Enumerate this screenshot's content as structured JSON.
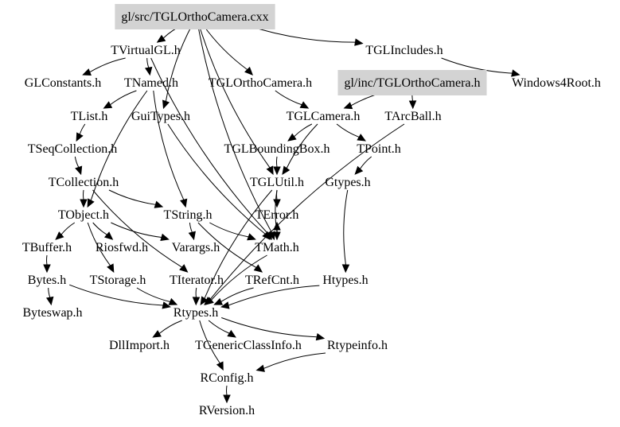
{
  "title": "Include dependency graph for gl/src/TGLOrthoCamera.cxx",
  "highlight_color": "#d3d3d3",
  "nodes": [
    {
      "id": "n0",
      "label": "gl/src/TGLOrthoCamera.cxx",
      "highlighted": true
    },
    {
      "id": "n1",
      "label": "TVirtualGL.h"
    },
    {
      "id": "n2",
      "label": "TGLIncludes.h"
    },
    {
      "id": "n3",
      "label": "GLConstants.h"
    },
    {
      "id": "n4",
      "label": "TNamed.h"
    },
    {
      "id": "n5",
      "label": "TGLOrthoCamera.h"
    },
    {
      "id": "n6",
      "label": "gl/inc/TGLOrthoCamera.h",
      "highlighted": true
    },
    {
      "id": "n7",
      "label": "Windows4Root.h"
    },
    {
      "id": "n8",
      "label": "TList.h"
    },
    {
      "id": "n9",
      "label": "GuiTypes.h"
    },
    {
      "id": "n10",
      "label": "TGLCamera.h"
    },
    {
      "id": "n11",
      "label": "TArcBall.h"
    },
    {
      "id": "n12",
      "label": "TSeqCollection.h"
    },
    {
      "id": "n13",
      "label": "TGLBoundingBox.h"
    },
    {
      "id": "n14",
      "label": "TPoint.h"
    },
    {
      "id": "n15",
      "label": "TCollection.h"
    },
    {
      "id": "n16",
      "label": "TGLUtil.h"
    },
    {
      "id": "n17",
      "label": "Gtypes.h"
    },
    {
      "id": "n18",
      "label": "TObject.h"
    },
    {
      "id": "n19",
      "label": "TString.h"
    },
    {
      "id": "n20",
      "label": "TError.h"
    },
    {
      "id": "n21",
      "label": "TBuffer.h"
    },
    {
      "id": "n22",
      "label": "Riosfwd.h"
    },
    {
      "id": "n23",
      "label": "Varargs.h"
    },
    {
      "id": "n24",
      "label": "TMath.h"
    },
    {
      "id": "n25",
      "label": "Bytes.h"
    },
    {
      "id": "n26",
      "label": "TStorage.h"
    },
    {
      "id": "n27",
      "label": "TIterator.h"
    },
    {
      "id": "n28",
      "label": "TRefCnt.h"
    },
    {
      "id": "n29",
      "label": "Htypes.h"
    },
    {
      "id": "n30",
      "label": "Byteswap.h"
    },
    {
      "id": "n31",
      "label": "Rtypes.h"
    },
    {
      "id": "n32",
      "label": "DllImport.h"
    },
    {
      "id": "n33",
      "label": "TGenericClassInfo.h"
    },
    {
      "id": "n34",
      "label": "Rtypeinfo.h"
    },
    {
      "id": "n35",
      "label": "RConfig.h"
    },
    {
      "id": "n36",
      "label": "RVersion.h"
    }
  ],
  "edges": [
    [
      "n0",
      "n1"
    ],
    [
      "n0",
      "n2"
    ],
    [
      "n0",
      "n5"
    ],
    [
      "n0",
      "n9"
    ],
    [
      "n0",
      "n16"
    ],
    [
      "n0",
      "n24"
    ],
    [
      "n2",
      "n7"
    ],
    [
      "n1",
      "n3"
    ],
    [
      "n1",
      "n4"
    ],
    [
      "n1",
      "n24"
    ],
    [
      "n6",
      "n10"
    ],
    [
      "n6",
      "n11"
    ],
    [
      "n5",
      "n10"
    ],
    [
      "n4",
      "n8"
    ],
    [
      "n4",
      "n18"
    ],
    [
      "n4",
      "n19"
    ],
    [
      "n8",
      "n12"
    ],
    [
      "n12",
      "n15"
    ],
    [
      "n15",
      "n18"
    ],
    [
      "n15",
      "n19"
    ],
    [
      "n15",
      "n27"
    ],
    [
      "n10",
      "n13"
    ],
    [
      "n10",
      "n14"
    ],
    [
      "n10",
      "n16"
    ],
    [
      "n13",
      "n16"
    ],
    [
      "n14",
      "n17"
    ],
    [
      "n16",
      "n20"
    ],
    [
      "n16",
      "n24"
    ],
    [
      "n16",
      "n31"
    ],
    [
      "n9",
      "n24"
    ],
    [
      "n17",
      "n29"
    ],
    [
      "n18",
      "n21"
    ],
    [
      "n18",
      "n22"
    ],
    [
      "n18",
      "n23"
    ],
    [
      "n18",
      "n26"
    ],
    [
      "n19",
      "n23"
    ],
    [
      "n19",
      "n28"
    ],
    [
      "n19",
      "n24"
    ],
    [
      "n24",
      "n20"
    ],
    [
      "n24",
      "n31"
    ],
    [
      "n21",
      "n25"
    ],
    [
      "n25",
      "n30"
    ],
    [
      "n25",
      "n31"
    ],
    [
      "n26",
      "n31"
    ],
    [
      "n27",
      "n31"
    ],
    [
      "n28",
      "n31"
    ],
    [
      "n29",
      "n31"
    ],
    [
      "n11",
      "n31"
    ],
    [
      "n31",
      "n32"
    ],
    [
      "n31",
      "n33"
    ],
    [
      "n31",
      "n34"
    ],
    [
      "n31",
      "n35"
    ],
    [
      "n34",
      "n35"
    ],
    [
      "n35",
      "n36"
    ]
  ]
}
